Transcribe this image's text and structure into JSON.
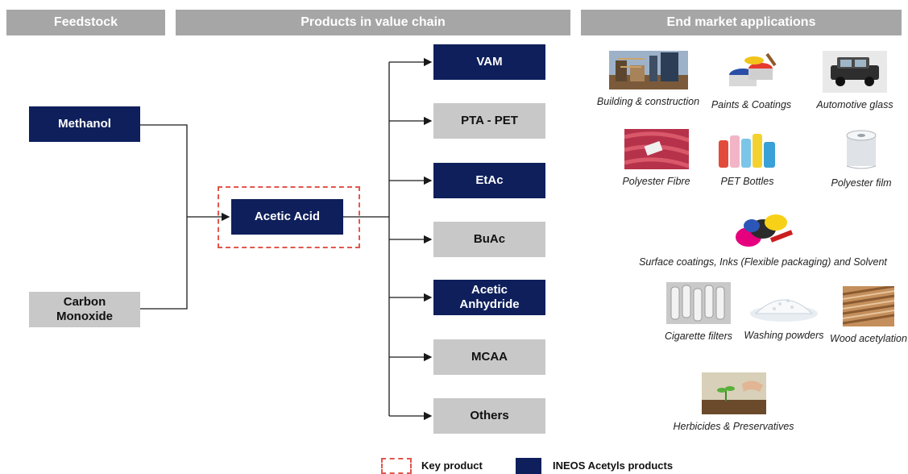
{
  "headers": {
    "feedstock": "Feedstock",
    "products": "Products in value chain",
    "end_market": "End market applications"
  },
  "feedstocks": [
    "Methanol",
    "Carbon Monoxide"
  ],
  "key_product": "Acetic Acid",
  "products": [
    {
      "label": "VAM",
      "type": "ineos"
    },
    {
      "label": "PTA - PET",
      "type": "other"
    },
    {
      "label": "EtAc",
      "type": "ineos"
    },
    {
      "label": "BuAc",
      "type": "other"
    },
    {
      "label": "Acetic Anhydride",
      "type": "ineos"
    },
    {
      "label": "MCAA",
      "type": "other"
    },
    {
      "label": "Others",
      "type": "other"
    }
  ],
  "applications": [
    {
      "label": "Building & construction",
      "icon": "building-construction-icon"
    },
    {
      "label": "Paints & Coatings",
      "icon": "paint-cans-icon"
    },
    {
      "label": "Automotive glass",
      "icon": "car-icon"
    },
    {
      "label": "Polyester Fibre",
      "icon": "fabric-icon"
    },
    {
      "label": "PET Bottles",
      "icon": "bottles-icon"
    },
    {
      "label": "Polyester film",
      "icon": "film-roll-icon"
    },
    {
      "label": "Surface coatings, Inks (Flexible packaging) and Solvent",
      "icon": "ink-rolls-icon"
    },
    {
      "label": "Cigarette filters",
      "icon": "cigarette-filter-icon"
    },
    {
      "label": "Washing powders",
      "icon": "powder-pile-icon"
    },
    {
      "label": "Wood acetylation",
      "icon": "wood-planks-icon"
    },
    {
      "label": "Herbicides & Preservatives",
      "icon": "seedling-icon"
    }
  ],
  "legend": {
    "key_product": "Key product",
    "ineos": "INEOS Acetyls products"
  },
  "colors": {
    "navy": "#0e1f5b",
    "grey_box": "#c8c8c8",
    "header": "#a6a6a6",
    "key_dash": "#e2574c",
    "line": "#1a1a1a"
  }
}
